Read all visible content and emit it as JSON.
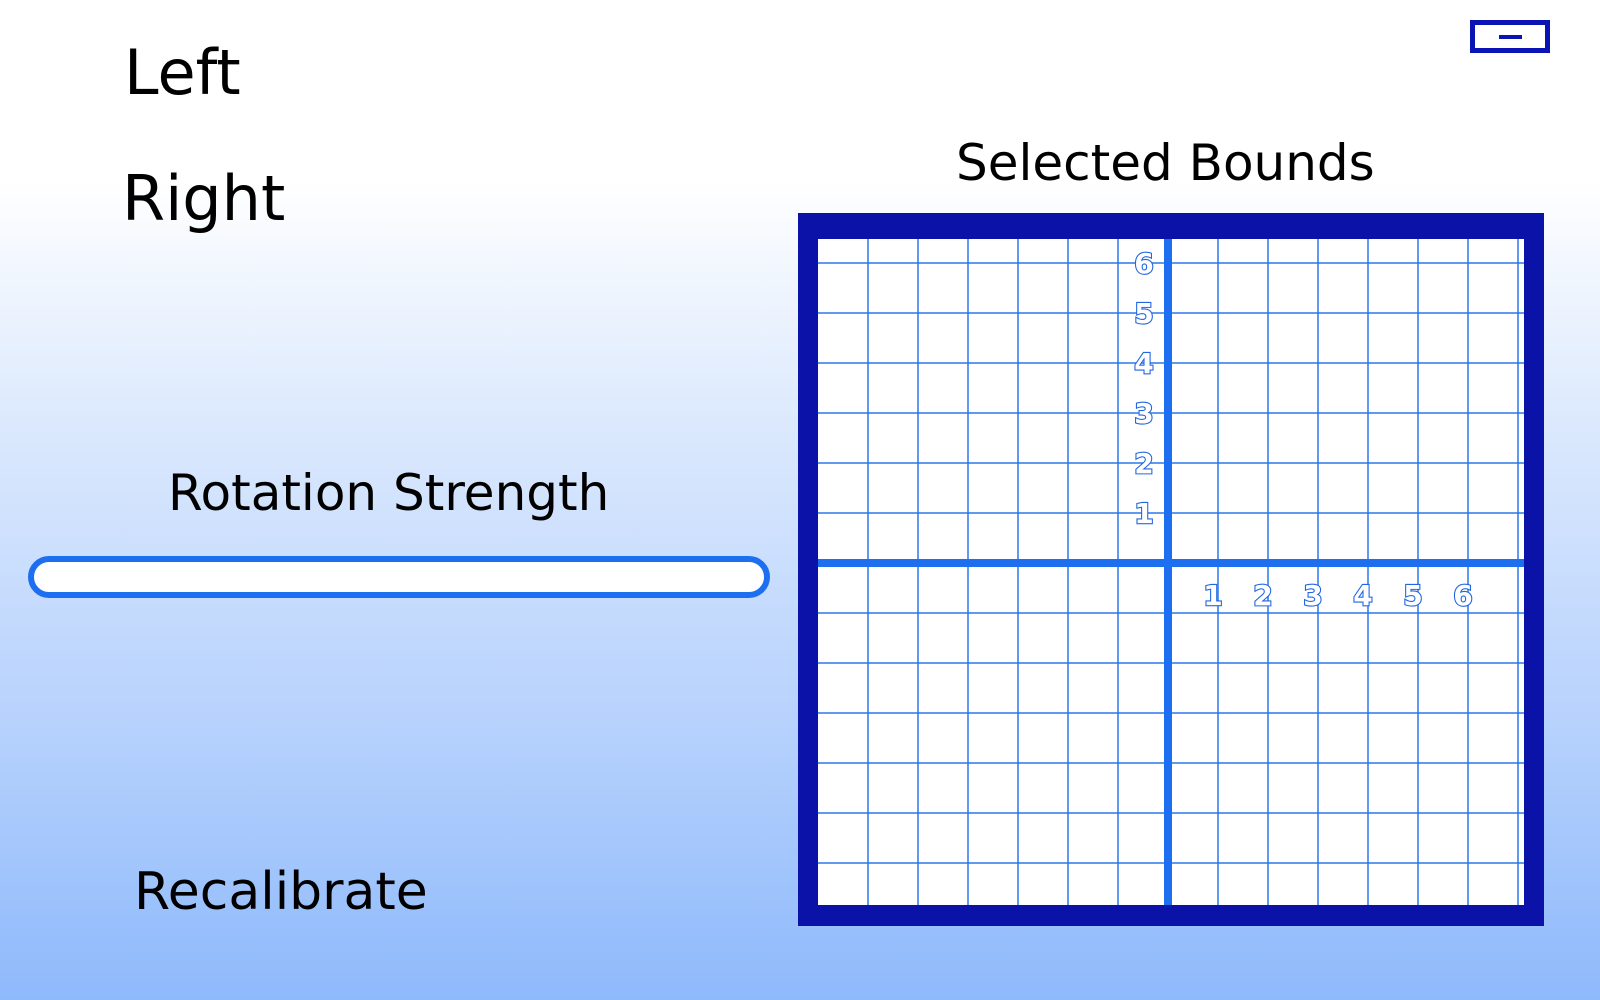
{
  "controls": {
    "left_label": "Left",
    "right_label": "Right",
    "recalibrate_label": "Recalibrate"
  },
  "rotation": {
    "label": "Rotation Strength",
    "value": 0
  },
  "bounds": {
    "title": "Selected Bounds",
    "x_ticks": [
      "1",
      "2",
      "3",
      "4",
      "5",
      "6"
    ],
    "y_ticks": [
      "1",
      "2",
      "3",
      "4",
      "5",
      "6"
    ],
    "axis_range": [
      -7,
      7
    ]
  },
  "window": {
    "minimize_icon": "minimize-icon"
  },
  "colors": {
    "frame": "#0a12a8",
    "grid": "#2b78e8",
    "axis": "#1e6ff0",
    "slider_border": "#1e6ff0"
  }
}
